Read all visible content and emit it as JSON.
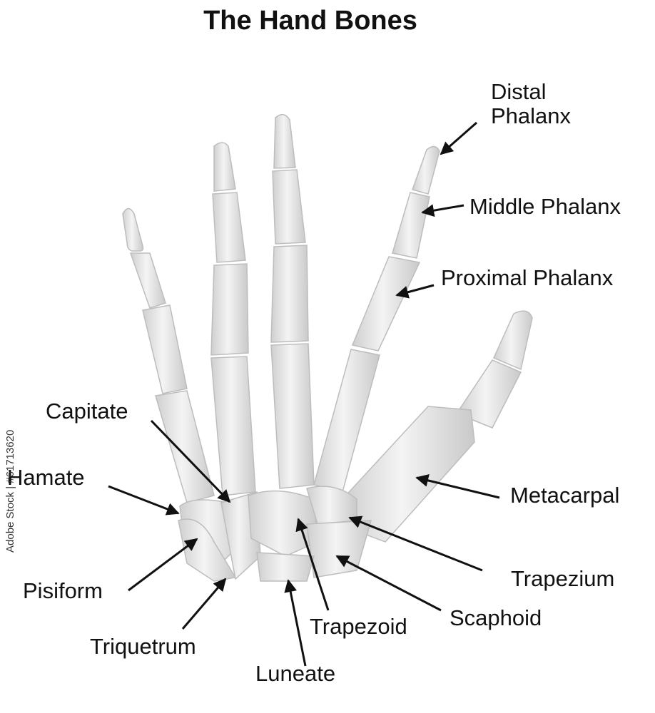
{
  "title": "The Hand Bones",
  "labels": {
    "distal_line1": "Distal",
    "distal_line2": "Phalanx",
    "middle": "Middle Phalanx",
    "proximal": "Proximal Phalanx",
    "capitate": "Capitate",
    "hamate": "Hamate",
    "metacarpal": "Metacarpal",
    "trapezium": "Trapezium",
    "pisiform": "Pisiform",
    "scaphoid": "Scaphoid",
    "trapezoid": "Trapezoid",
    "triquetrum": "Triquetrum",
    "luneate": "Luneate"
  },
  "watermark": "Adobe Stock | #61713620",
  "colors": {
    "bone": "#e2e2e2",
    "bone_edge": "#bdbdbd",
    "joint": "#b5b5b5",
    "text": "#111111"
  }
}
